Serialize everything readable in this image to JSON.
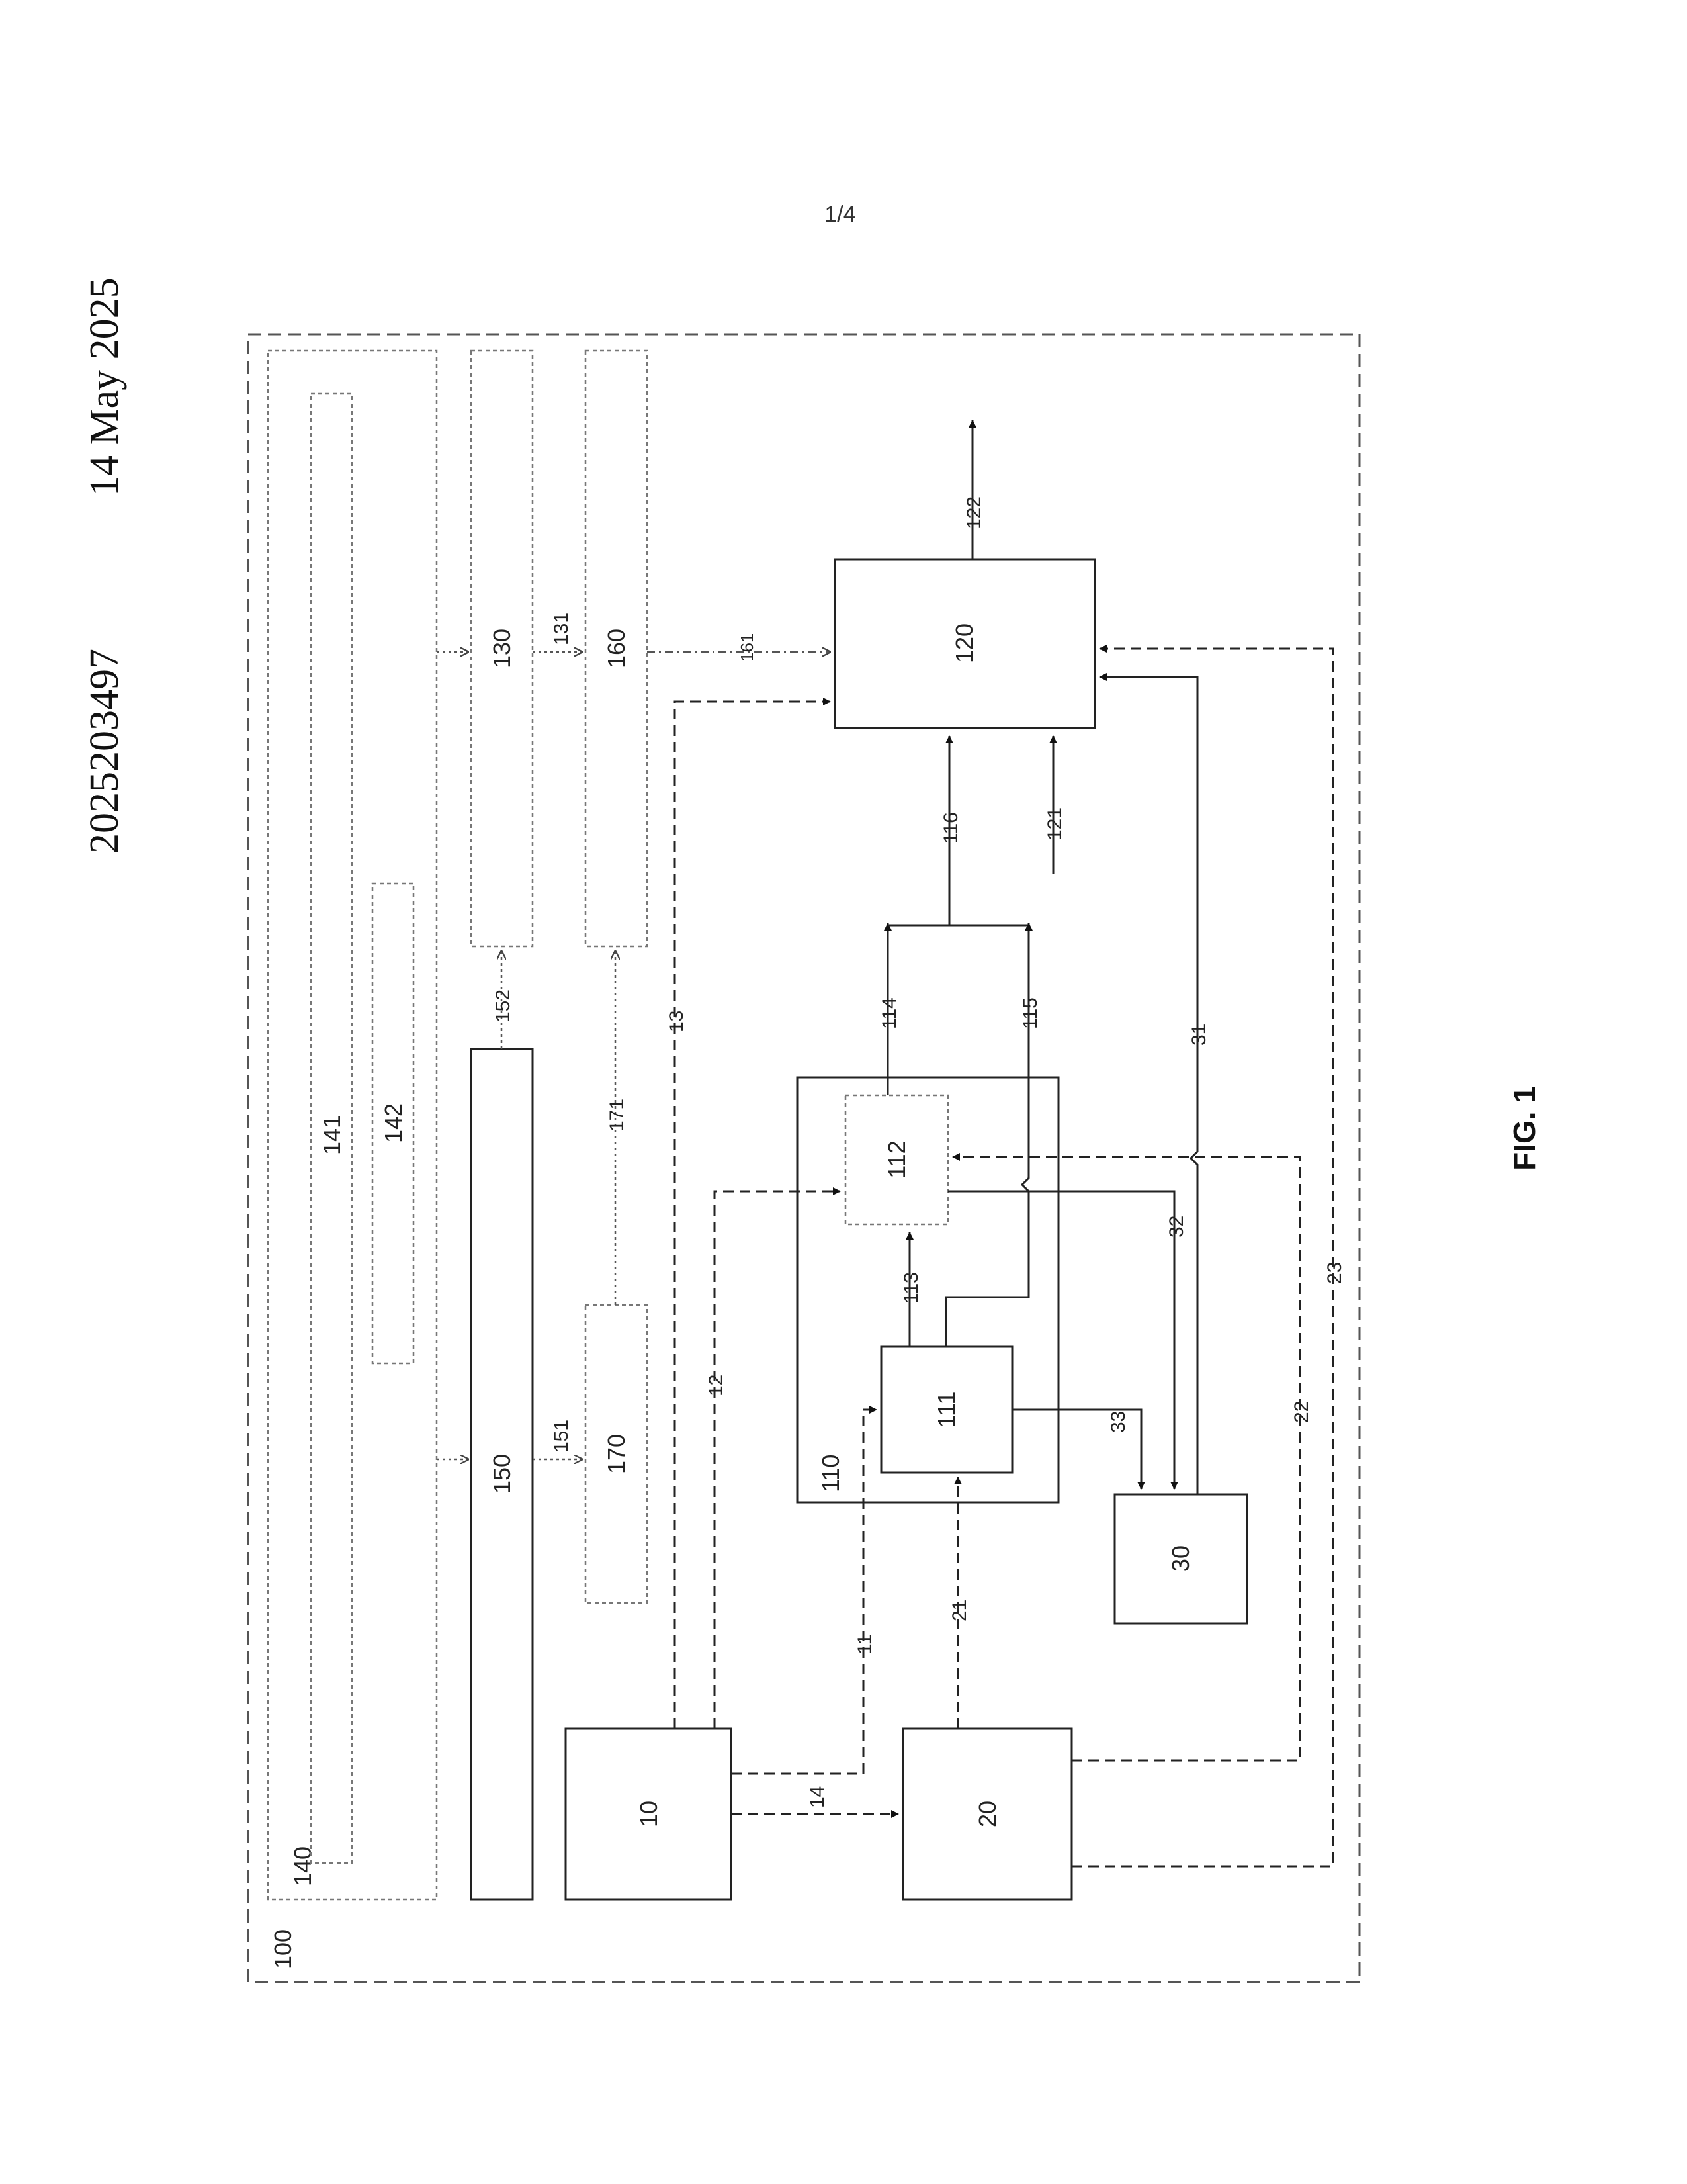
{
  "header": {
    "publication_number": "2025203497",
    "date": "14 May 2025",
    "page": "1/4"
  },
  "figure": {
    "caption": "FIG. 1",
    "container_label": "100",
    "blocks": {
      "b10": "10",
      "b20": "20",
      "b30": "30",
      "b110": "110",
      "b111": "111",
      "b112": "112",
      "b120": "120",
      "b130": "130",
      "b140": "140",
      "b141": "141",
      "b142": "142",
      "b150": "150",
      "b160": "160",
      "b170": "170"
    },
    "connections": {
      "c11": "11",
      "c12": "12",
      "c13": "13",
      "c14": "14",
      "c21": "21",
      "c22": "22",
      "c23": "23",
      "c31": "31",
      "c32": "32",
      "c33": "33",
      "c113": "113",
      "c114": "114",
      "c115": "115",
      "c116": "116",
      "c121": "121",
      "c122": "122",
      "c131": "131",
      "c151": "151",
      "c152": "152",
      "c161": "161",
      "c171": "171"
    }
  }
}
